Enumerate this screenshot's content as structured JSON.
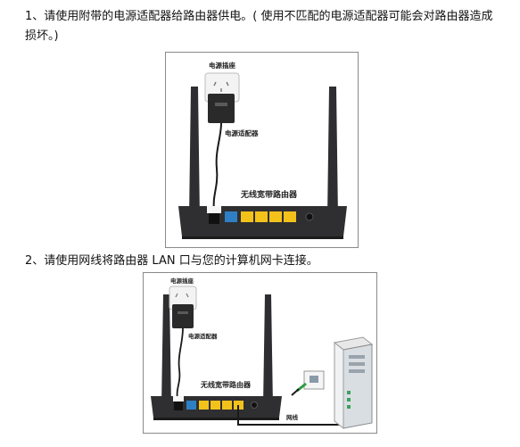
{
  "steps": [
    {
      "text": "1、请使用附带的电源适配器给路由器供电。( 使用不匹配的电源适配器可能会对路由器造成损坏。)",
      "labels": {
        "socket": "电源插座",
        "adapter": "电源适配器",
        "router": "无线宽带路由器"
      }
    },
    {
      "text": "2、请使用网线将路由器 LAN 口与您的计算机网卡连接。",
      "labels": {
        "socket": "电源插座",
        "adapter": "电源适配器",
        "router": "无线宽带路由器",
        "cable": "网线"
      }
    }
  ],
  "colors": {
    "lan_port": "#f2c21b",
    "wan_port": "#2f7fc4",
    "router_body": "#2f2f31",
    "cable": "#1a1a1a"
  }
}
